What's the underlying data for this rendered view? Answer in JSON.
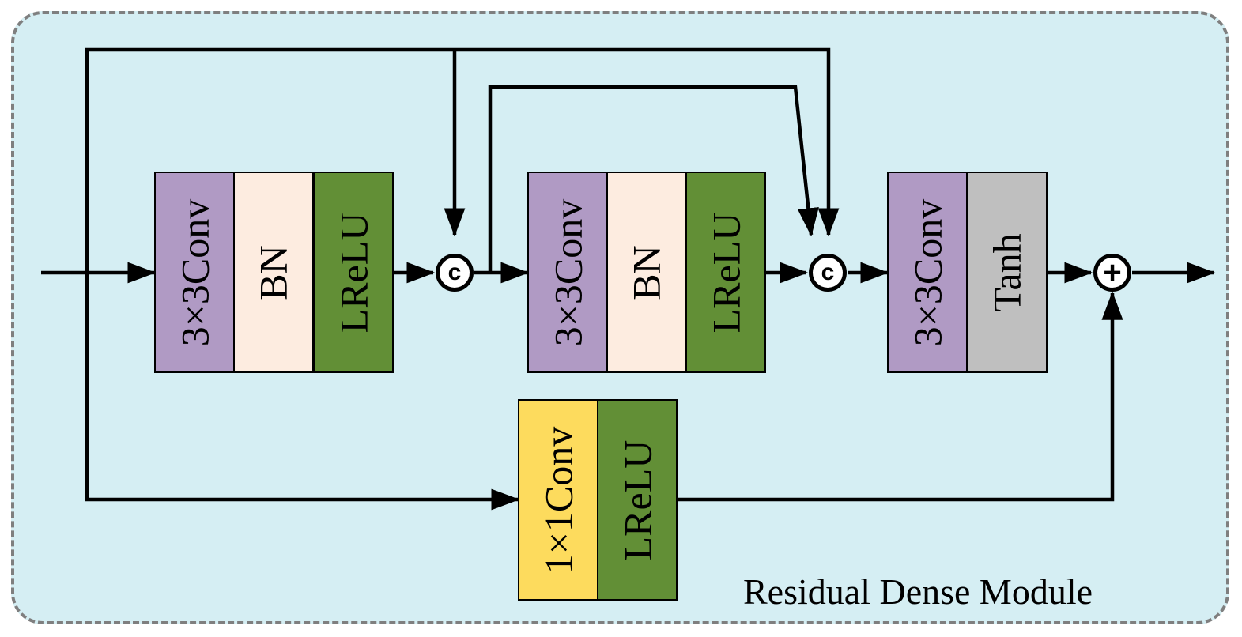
{
  "module": {
    "title": "Residual Dense Module"
  },
  "blocks": {
    "conv3x3_a": "3×3Conv",
    "bn_a": "BN",
    "lrelu_a": "LReLU",
    "conv3x3_b": "3×3Conv",
    "bn_b": "BN",
    "lrelu_b": "LReLU",
    "conv3x3_c": "3×3Conv",
    "tanh_c": "Tanh",
    "conv1x1": "1×1Conv",
    "lrelu_skip": "LReLU"
  },
  "nodes": {
    "concat_1": "c",
    "concat_2": "c",
    "add": "+"
  },
  "colors": {
    "background": "#d5eef3",
    "border": "#7f7f7f",
    "conv": "#b09ac4",
    "bn": "#fdece0",
    "lrelu": "#628f36",
    "tanh": "#bfbfbf",
    "conv1x1": "#fddb5d"
  }
}
